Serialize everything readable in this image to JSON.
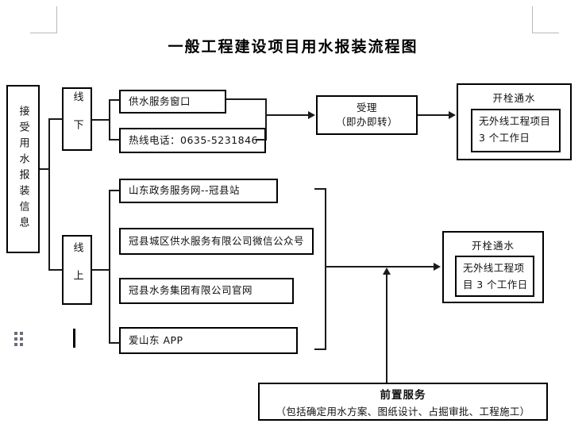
{
  "document": {
    "title": "一般工程建设项目用水报装流程图"
  },
  "nodes": {
    "start": {
      "label": "接受用水报装信息"
    },
    "channel_offline": {
      "label": "线下"
    },
    "channel_online": {
      "label": "线上"
    },
    "offline_options": [
      {
        "label": "供水服务窗口"
      },
      {
        "label": "热线电话：0635-5231846"
      }
    ],
    "online_options": [
      {
        "label": "山东政务服务网--冠县站"
      },
      {
        "label": "冠县城区供水服务有限公司微信公众号"
      },
      {
        "label": "冠县水务集团有限公司官网"
      },
      {
        "label": "爱山东 APP"
      }
    ],
    "accept": {
      "line1": "受理",
      "line2": "（即办即转）"
    },
    "result_top": {
      "title": "开栓通水",
      "detail_line1": "无外线工程项目",
      "detail_line2": "3 个工作日"
    },
    "result_bottom": {
      "title": "开栓通水",
      "detail_line1": "无外线工程项",
      "detail_line2": "目 3 个工作日"
    },
    "pre_service": {
      "title": "前置服务",
      "detail": "（包括确定用水方案、图纸设计、占掘审批、工程施工）"
    }
  },
  "marks": {
    "drag_handle": "drag-handle-dots",
    "text_caret": "text-caret"
  },
  "colors": {
    "stroke": "#1a1a1a",
    "text": "#111111",
    "margin_guide": "#b9b9bd",
    "page_background": "#ffffff"
  }
}
